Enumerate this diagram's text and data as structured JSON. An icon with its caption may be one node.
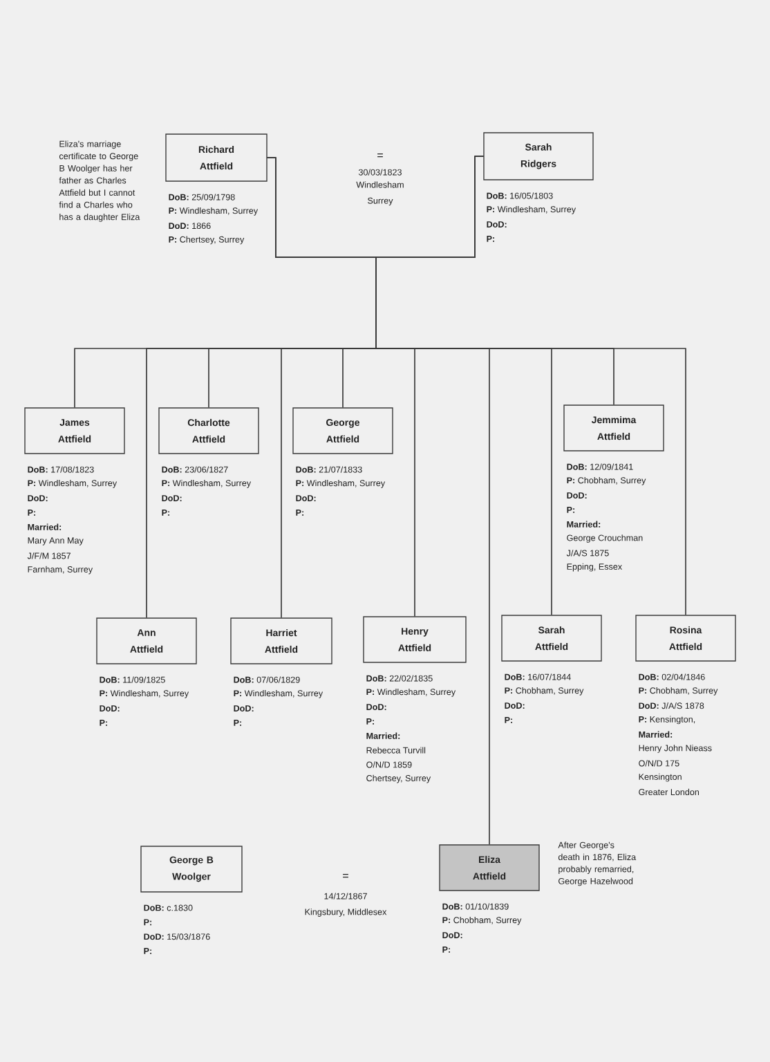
{
  "diagram": {
    "nodes": [
      {
        "text": [
          "Richard Attfield"
        ],
        "beside": [
          "**DoB:** 25/09/1798",
          "**P:** Windlesham, Surrey",
          "**DoD:** 1866",
          "**P:** Chertsey, Surrey"
        ]
      },
      {
        "text": [
          "Sarah Ridgers"
        ],
        "beside": [
          "**DoB:** 16/05/1803",
          "**P:** Windlesham, Surrey",
          "DoD:",
          "P:"
        ]
      },
      {
        "text": [
          "James Attfield"
        ],
        "beside": [
          "**DoB:** 17/08/1823",
          "**P:** Windlesham, Surrey",
          "DoD:",
          "P:",
          "Married:",
          "Mary Ann May",
          "J/F/M 1857",
          "Farnham, Surrey"
        ]
      },
      {
        "text": [
          "Charlotte Attfield"
        ],
        "beside": [
          "**DoB:** 23/06/1827",
          "**P:** Windlesham, Surrey",
          "DoD:",
          "P:"
        ]
      },
      {
        "text": [
          "George Attfield"
        ],
        "beside": [
          "**DoB:** 21/07/1833",
          "**P:** Windlesham, Surrey",
          "DoD:",
          "P:"
        ]
      },
      {
        "text": [
          "Jemmima Attfield"
        ],
        "beside": [
          "**DoB:** 12/09/1841",
          "**P:** Chobham, Surrey",
          "DoD:",
          "P:",
          "Married:",
          "George Crouchman",
          "J/A/S 1875",
          "Epping, Essex"
        ]
      },
      {
        "text": [
          "Ann Attfield"
        ],
        "beside": [
          "**DoB:** 11/09/1825",
          "**P:** Windlesham, Surrey",
          "DoD:",
          "P:"
        ]
      },
      {
        "text": [
          "Harriet Attfield"
        ],
        "beside": [
          "**DoB:** 07/06/1829",
          "**P:** Windlesham, Surrey",
          "DoD:",
          "P:"
        ]
      },
      {
        "text": [
          "Henry Attfield"
        ],
        "beside": [
          "**DoB:** 22/02/1835",
          "**P:** Windlesham, Surrey",
          "DoD:",
          "P:",
          "Married:",
          "Rebecca Turvill",
          "O/N/D 1859",
          "Chertsey, Surrey"
        ]
      },
      {
        "text": [
          "Sarah Attfield"
        ],
        "beside": [
          "**DoB:** 16/07/1844",
          "**P:** Chobham, Surrey",
          "DoD:",
          "P:"
        ]
      },
      {
        "text": [
          "Rosina Attfield"
        ],
        "beside": [
          "**DoB:** 02/04/1846",
          "**P:** Chobham, Surrey",
          "**DoD:** J/A/S 1878",
          "**P:** Kensington,",
          "Married:",
          "Henry John Nieass",
          "O/N/D 175",
          "Kensington",
          "Greater London"
        ]
      },
      {
        "text": [
          "George B Woolger"
        ],
        "beside": [
          "**DoB:** c.1830",
          "P:",
          "**DoD:** 15/03/1876",
          "P:"
        ]
      },
      {
        "text": [
          "Eliza Attfield"
        ],
        "beside": [
          "**DoB:** 01/10/1839",
          "**P:** Chobham, Surrey",
          "DoD:",
          "P:"
        ]
      }
    ],
    "edges": [
      {
        "from": 0,
        "to": 2,
        "arrow": "none"
      },
      {
        "from": 1,
        "to": 2,
        "arrow": "none"
      },
      {
        "from": 0,
        "to": 3,
        "arrow": "none"
      },
      {
        "from": 1,
        "to": 3,
        "arrow": "none"
      },
      {
        "from": 0,
        "to": 4,
        "arrow": "none"
      },
      {
        "from": 1,
        "to": 4,
        "arrow": "none"
      },
      {
        "from": 0,
        "to": 5,
        "arrow": "none"
      },
      {
        "from": 1,
        "to": 5,
        "arrow": "none"
      },
      {
        "from": 0,
        "to": 6,
        "arrow": "none"
      },
      {
        "from": 1,
        "to": 6,
        "arrow": "none"
      },
      {
        "from": 0,
        "to": 7,
        "arrow": "none"
      },
      {
        "from": 1,
        "to": 7,
        "arrow": "none"
      },
      {
        "from": 0,
        "to": 8,
        "arrow": "none"
      },
      {
        "from": 1,
        "to": 8,
        "arrow": "none"
      },
      {
        "from": 0,
        "to": 9,
        "arrow": "none"
      },
      {
        "from": 1,
        "to": 9,
        "arrow": "none"
      },
      {
        "from": 0,
        "to": 10,
        "arrow": "none"
      },
      {
        "from": 1,
        "to": 10,
        "arrow": "none"
      },
      {
        "from": 0,
        "to": 12,
        "arrow": "none"
      },
      {
        "from": 1,
        "to": 12,
        "arrow": "none"
      }
    ],
    "labels": [
      "Eliza's marriage certificate to George B Woolger has her father as Charles Attfield but I cannot find a Charles who has a daughter Eliza",
      "=",
      "30/03/1823",
      "Windlesham Surrey",
      "=",
      "14/12/1867",
      "Kingsbury, Middlesex",
      "After George's death in 1876, Eliza probably remarried, George Hazelwood"
    ]
  }
}
